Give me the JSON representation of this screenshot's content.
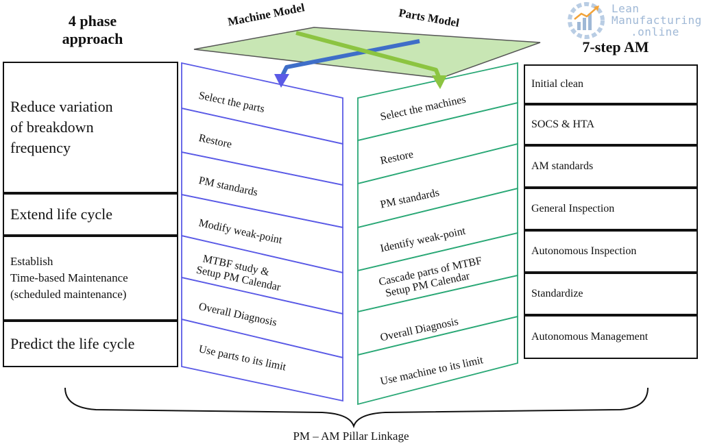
{
  "headings": {
    "left_line1": "4 phase",
    "left_line2": "approach",
    "machine_model": "Machine Model",
    "parts_model": "Parts Model",
    "right": "7-step AM"
  },
  "logo": {
    "line1": "Lean",
    "line2": "Manufacturing",
    "line3": ".online"
  },
  "phases": [
    {
      "line1": "Reduce variation",
      "line2": "of breakdown",
      "line3": "frequency"
    },
    {
      "line1": "Extend life cycle"
    },
    {
      "line1": "Establish",
      "line2": "Time-based Maintenance",
      "line3": "(scheduled maintenance)"
    },
    {
      "line1": "Predict the life cycle"
    }
  ],
  "machine_steps": [
    {
      "line1": "Select the parts"
    },
    {
      "line1": "Restore"
    },
    {
      "line1": "PM standards"
    },
    {
      "line1": "Modify weak-point"
    },
    {
      "line1": "MTBF study &",
      "line2": "Setup PM Calendar"
    },
    {
      "line1": "Overall Diagnosis"
    },
    {
      "line1": "Use parts to its limit"
    }
  ],
  "parts_steps": [
    {
      "line1": "Select the machines"
    },
    {
      "line1": "Restore"
    },
    {
      "line1": "PM standards"
    },
    {
      "line1": "Identify weak-point"
    },
    {
      "line1": "Cascade parts of MTBF",
      "line2": "Setup PM Calendar"
    },
    {
      "line1": "Overall Diagnosis"
    },
    {
      "line1": "Use machine to its limit"
    }
  ],
  "am_steps": [
    "Initial clean",
    "SOCS & HTA",
    "AM standards",
    "General Inspection",
    "Autonomous Inspection",
    "Standardize",
    "Autonomous Management"
  ],
  "footer": "PM – AM Pillar Linkage",
  "colors": {
    "machine_blue": "#5a5ae6",
    "parts_green": "#2aa876",
    "top_face": "#c8e6b4",
    "blue_arrow": "#3f6ec8",
    "green_arrow": "#8cc441"
  }
}
